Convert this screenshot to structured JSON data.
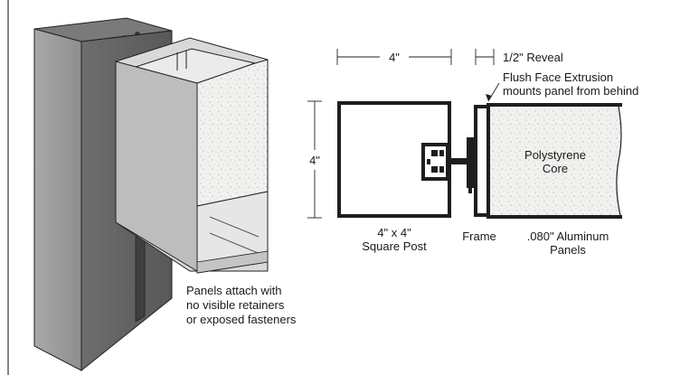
{
  "labels": {
    "note_line1": "Panels attach with",
    "note_line2": "no visible retainers",
    "note_line3": "or exposed fasteners",
    "dim_width": "4\"",
    "dim_height": "4\"",
    "reveal_frac": "1/2\"",
    "reveal_word": "Reveal",
    "extrusion_line1": "Flush Face Extrusion",
    "extrusion_line2": "mounts panel from behind",
    "core_line1": "Polystyrene",
    "core_line2": "Core",
    "post_line1": "4\" x 4\"",
    "post_line2": "Square Post",
    "frame": "Frame",
    "panels_line1": ".080\" Aluminum",
    "panels_line2": "Panels"
  }
}
